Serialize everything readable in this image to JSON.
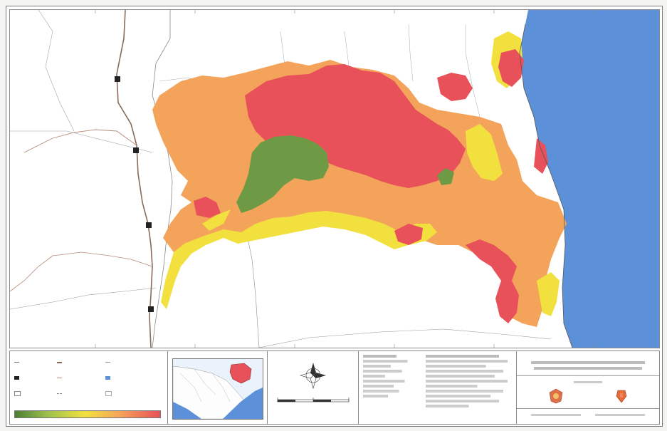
{
  "map": {
    "colors": {
      "sea": "#5c90d8",
      "very_high": "#e8505a",
      "high": "#f4a45a",
      "moderate": "#f2e03f",
      "low_green": "#6f9a45",
      "boundary": "#777777",
      "road": "#8a6a5a"
    },
    "top_ticks": [
      "",
      "",
      "",
      "",
      "",
      "",
      ""
    ],
    "bottom_ticks": [
      "",
      "",
      "",
      "",
      "",
      "",
      ""
    ]
  },
  "legend": {
    "panels": [
      "legend",
      "inset-map",
      "north-arrow-scale",
      "notes",
      "title-block"
    ],
    "gradient_colors": [
      "#4b7f34",
      "#9bbf4d",
      "#f2e03f",
      "#f4a45a",
      "#e8505a"
    ],
    "north_arrow_icon": "compass-rose-icon",
    "logo_left_icon": "regency-emblem-icon",
    "logo_right_icon": "agency-logo-icon"
  }
}
